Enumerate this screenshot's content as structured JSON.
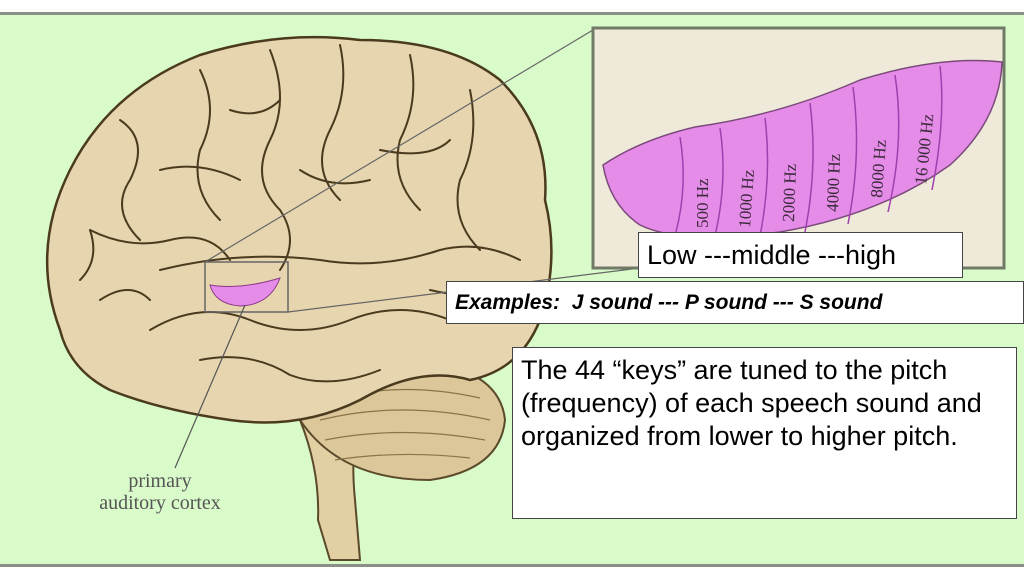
{
  "inset": {
    "frequencies": [
      "500 Hz",
      "1000 Hz",
      "2000 Hz",
      "4000 Hz",
      "8000 Hz",
      "16 000 Hz"
    ]
  },
  "brain_label": {
    "line1": "primary",
    "line2": "auditory cortex"
  },
  "scale_label": "Low ---middle ---high",
  "examples_label": "Examples:  J sound --- P sound --- S sound",
  "description": "The 44 “keys” are tuned to the pitch (frequency) of each speech sound and organized from lower to higher pitch.",
  "colors": {
    "background": "#d9fac9",
    "brain": "#e6d5ae",
    "cortex": "#e58be8"
  }
}
